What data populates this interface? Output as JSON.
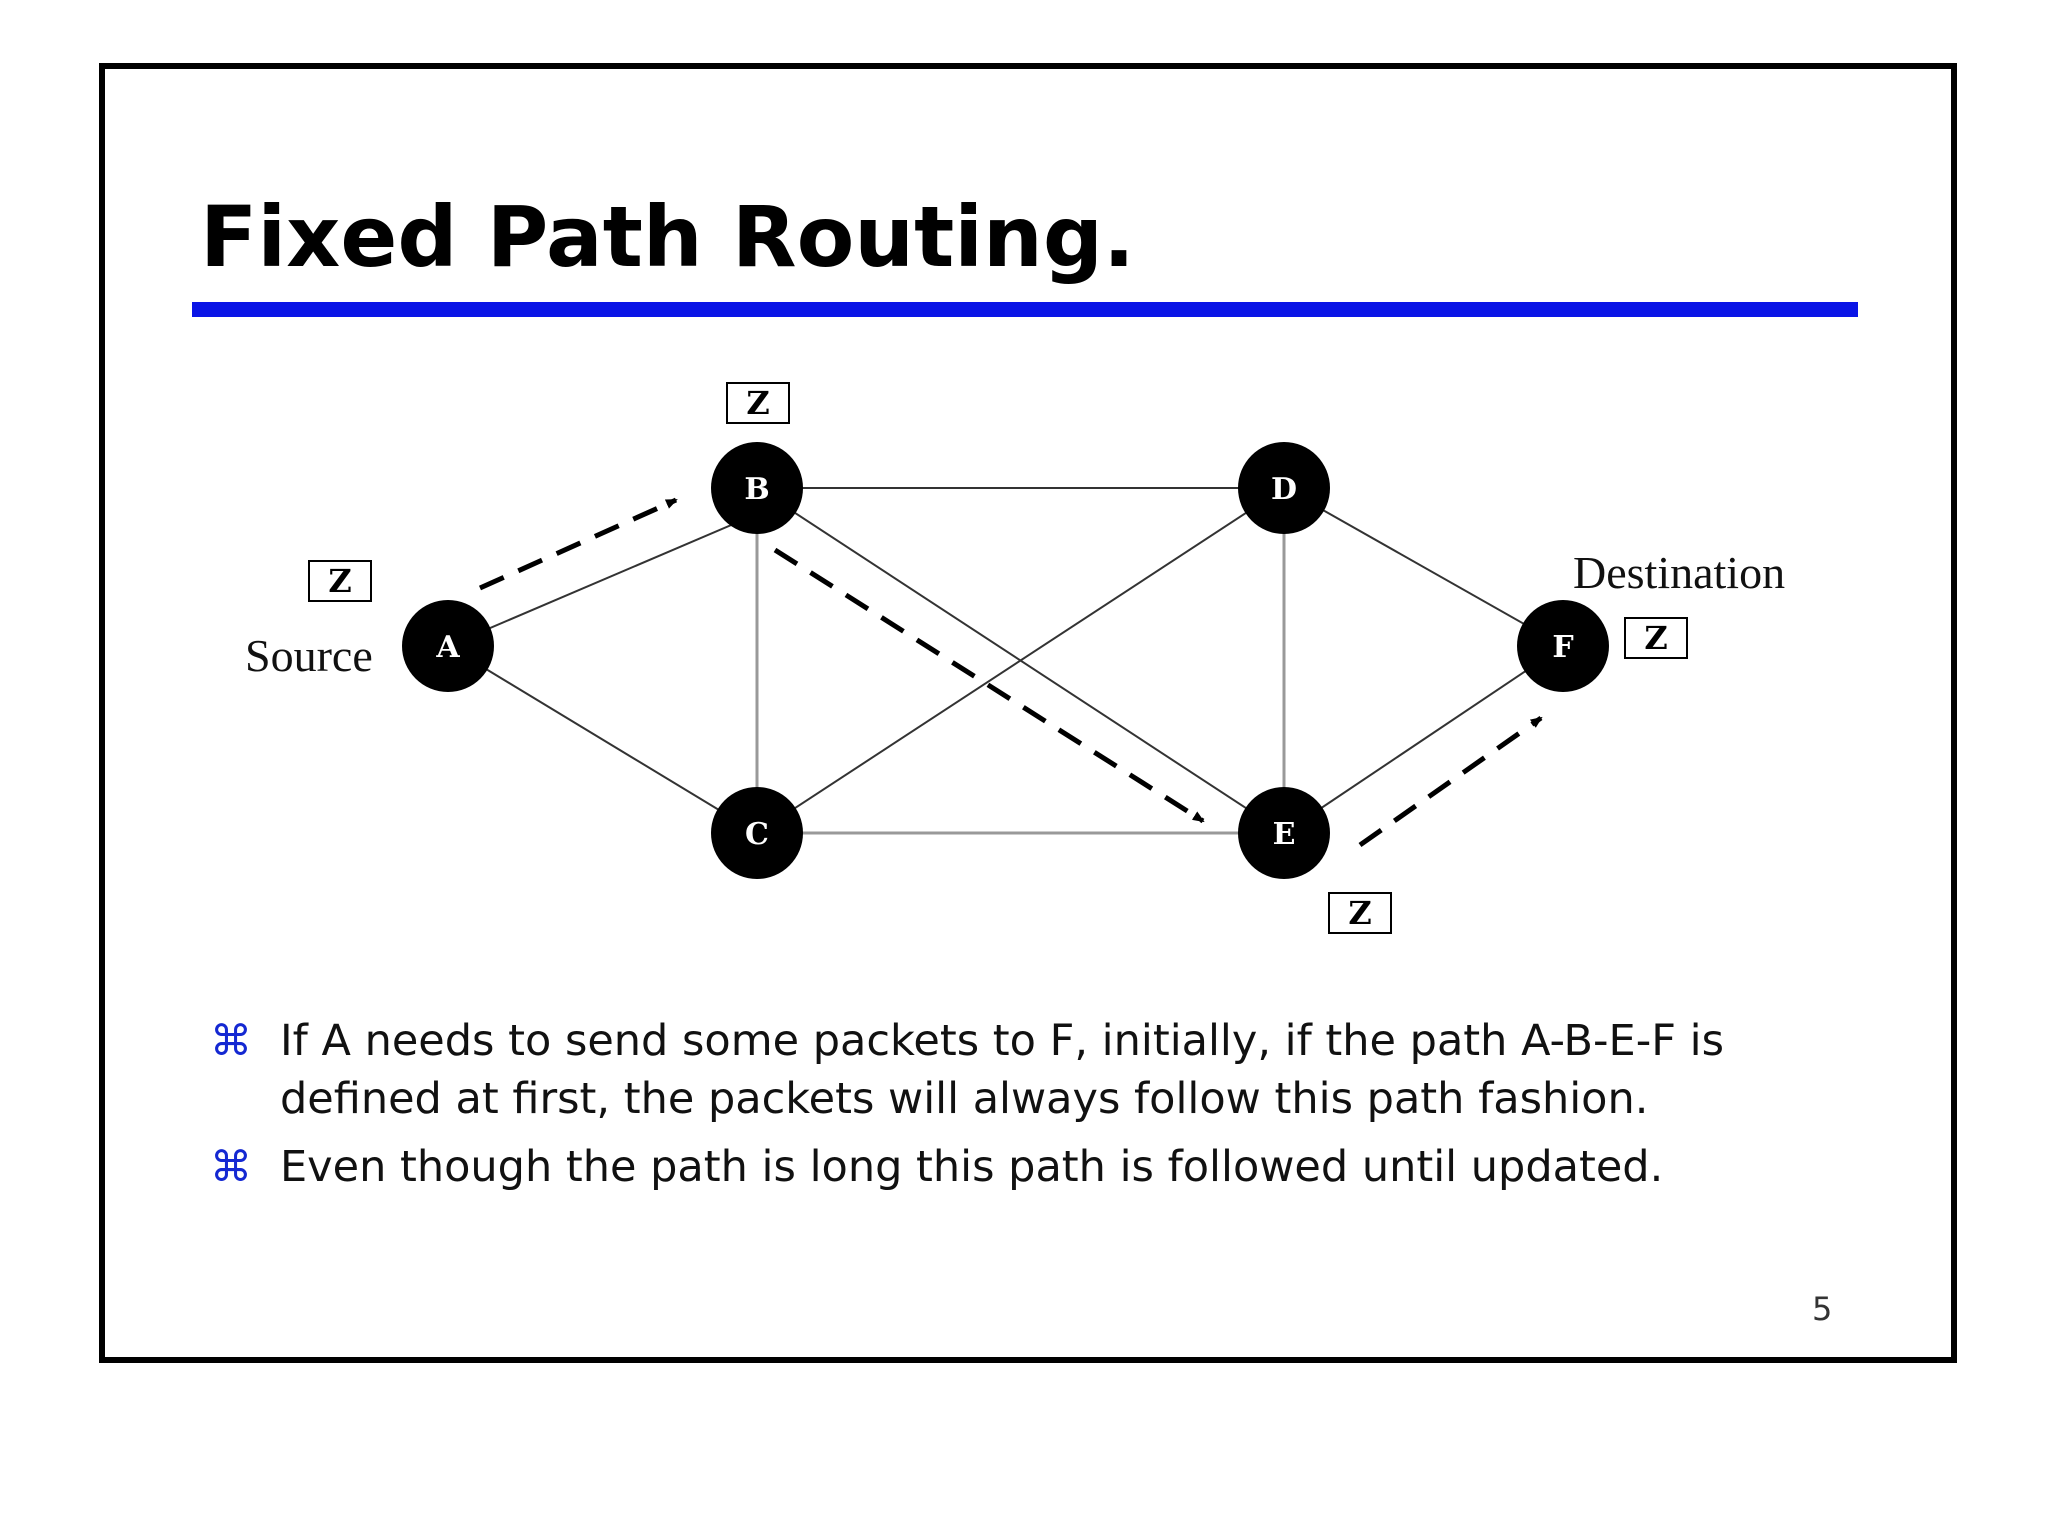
{
  "slide": {
    "title": "Fixed Path Routing.",
    "page_number": "5",
    "accent_color": "#0a14e6"
  },
  "diagram": {
    "nodes": [
      {
        "id": "A",
        "label": "A"
      },
      {
        "id": "B",
        "label": "B"
      },
      {
        "id": "C",
        "label": "C"
      },
      {
        "id": "D",
        "label": "D"
      },
      {
        "id": "E",
        "label": "E"
      },
      {
        "id": "F",
        "label": "F"
      }
    ],
    "links": [
      [
        "A",
        "B"
      ],
      [
        "A",
        "C"
      ],
      [
        "B",
        "C"
      ],
      [
        "B",
        "D"
      ],
      [
        "B",
        "E"
      ],
      [
        "C",
        "D"
      ],
      [
        "C",
        "E"
      ],
      [
        "D",
        "E"
      ],
      [
        "D",
        "F"
      ],
      [
        "E",
        "F"
      ]
    ],
    "fixed_path": [
      "A",
      "B",
      "E",
      "F"
    ],
    "cache_label": "Z",
    "source_label": "Source",
    "destination_label": "Destination"
  },
  "bullets": [
    {
      "icon": "command-icon",
      "glyph": "⌘",
      "text": "If A needs to send some packets to F, initially, if the path A-B-E-F is defined at first, the packets will always follow this path fashion."
    },
    {
      "icon": "command-icon",
      "glyph": "⌘",
      "text": "Even though the path is long this path is followed until updated."
    }
  ]
}
